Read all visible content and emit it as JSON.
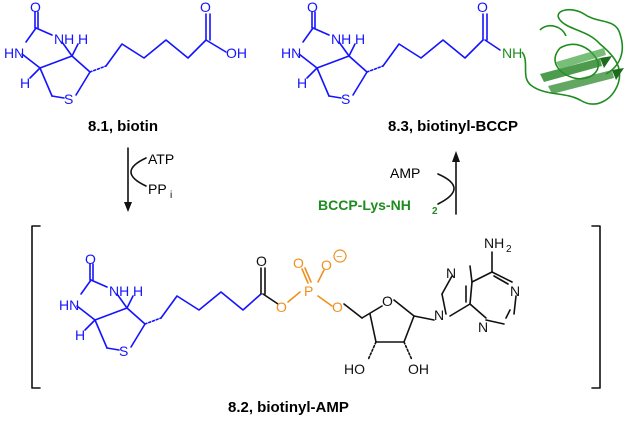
{
  "compounds": {
    "biotin_label": "8.1, biotin",
    "biotinyl_amp_label": "8.2, biotinyl-AMP",
    "biotinyl_bccp_label": "8.3, biotinyl-BCCP"
  },
  "reagents": {
    "step1_in": "ATP",
    "step1_out": "PP",
    "step1_out_sub": "i",
    "step2_in": "BCCP-Lys-NH",
    "step2_in_sub": "2",
    "step2_out": "AMP"
  },
  "atoms": {
    "O": "O",
    "NH": "NH",
    "HN": "HN",
    "H": "H",
    "S": "S",
    "OH": "OH",
    "P": "P",
    "N": "N",
    "NH2": "NH",
    "NH2_sub": "2",
    "HO": "HO",
    "minus": "−"
  },
  "colors": {
    "biotin": "#1414ff",
    "phosphate": "#f0901e",
    "bccp": "#1e8c1e",
    "adenosine": "#111111"
  }
}
